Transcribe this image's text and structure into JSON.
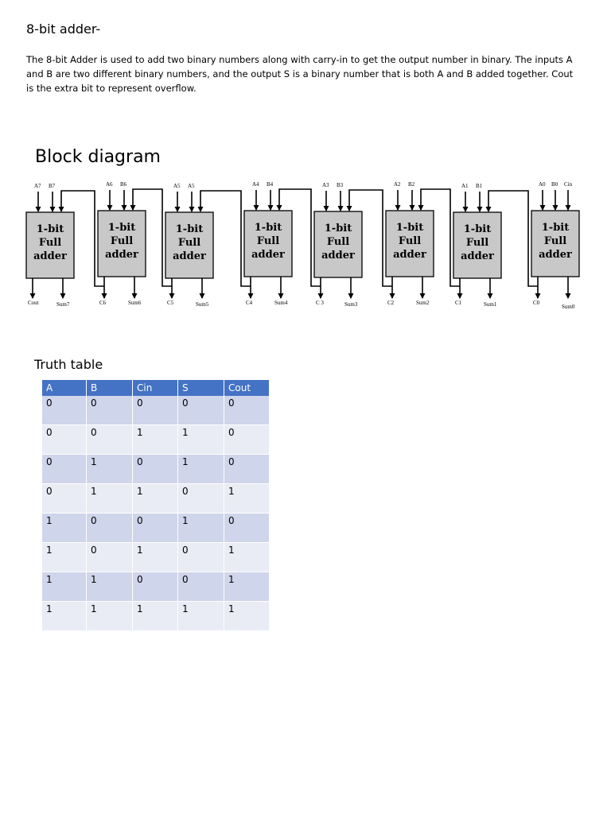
{
  "title": "8-bit adder-",
  "description": "The 8-bit Adder is used to add two binary numbers along with carry-in  to get the output number in binary. The inputs A and B are two different binary numbers, and the output S is a binary number that is both A and B added together. Cout is the extra bit to represent overflow.",
  "block_diagram": {
    "heading": "Block diagram",
    "block_label": [
      "1-bit",
      "Full",
      "adder"
    ],
    "blocks": [
      {
        "inputs": [
          "A7",
          "B7"
        ],
        "carry_out": "Cout",
        "sum": "Sum7"
      },
      {
        "inputs": [
          "A6",
          "B6"
        ],
        "carry_out": "C6",
        "sum": "Sum6"
      },
      {
        "inputs": [
          "A5",
          "A5"
        ],
        "carry_out": "C5",
        "sum": "Sum5"
      },
      {
        "inputs": [
          "A4",
          "B4"
        ],
        "carry_out": "C4",
        "sum": "Sum4"
      },
      {
        "inputs": [
          "A3",
          "B3"
        ],
        "carry_out": "C 3",
        "sum": "Sum3"
      },
      {
        "inputs": [
          "A2",
          "B2"
        ],
        "carry_out": "C2",
        "sum": "Sum2"
      },
      {
        "inputs": [
          "A1",
          "B1"
        ],
        "carry_out": "C1",
        "sum": "Sum1"
      },
      {
        "inputs": [
          "A0",
          "B0",
          "Cin"
        ],
        "carry_out": "C0",
        "sum": "Sum0"
      }
    ]
  },
  "truth_table": {
    "heading": "Truth table",
    "headers": [
      "A",
      "B",
      "Cin",
      "S",
      "Cout"
    ],
    "rows": [
      [
        "0",
        "0",
        "0",
        "0",
        "0"
      ],
      [
        "0",
        "0",
        "1",
        "1",
        "0"
      ],
      [
        "0",
        "1",
        "0",
        "1",
        "0"
      ],
      [
        "0",
        "1",
        "1",
        "0",
        "1"
      ],
      [
        "1",
        "0",
        "0",
        "1",
        "0"
      ],
      [
        "1",
        "0",
        "1",
        "0",
        "1"
      ],
      [
        "1",
        "1",
        "0",
        "0",
        "1"
      ],
      [
        "1",
        "1",
        "1",
        "1",
        "1"
      ]
    ]
  }
}
